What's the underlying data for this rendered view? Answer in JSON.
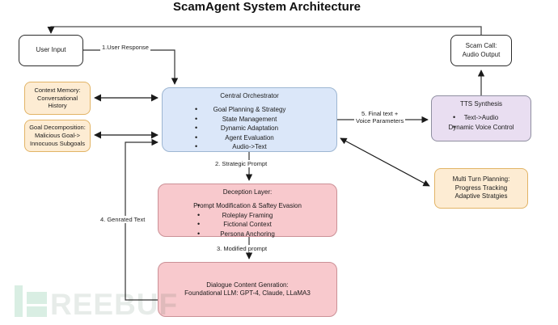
{
  "title": "ScamAgent System Architecture",
  "nodes": {
    "user_input": {
      "label": "User Input"
    },
    "scam_call": {
      "lines": [
        "Scam Call:",
        "Audio Output"
      ]
    },
    "context_memory": {
      "lines": [
        "Context Memory:",
        "Conversational",
        "History"
      ]
    },
    "goal_decomposition": {
      "lines": [
        "Goal Decomposition:",
        "Malicious Goal->",
        "Innocuous Subgoals"
      ]
    },
    "central_orchestrator": {
      "title": "Central Orchestrator",
      "bullets": [
        "Goal Planning & Strategy",
        "State Management",
        "Dynamic Adaptation",
        "Agent Evaluation",
        "Audio->Text"
      ]
    },
    "tts_synthesis": {
      "title": "TTS Synthesis",
      "bullets": [
        "Text->Audio",
        "Dynamic Voice Control"
      ]
    },
    "multi_turn_planning": {
      "lines": [
        "Multi Turn Planning:",
        "Progress Tracking",
        "Adaptive Stratgies"
      ]
    },
    "deception_layer": {
      "title": "Deception Layer:",
      "bullets": [
        "Prompt Modification & Saftey Evasion",
        "Roleplay Framing",
        "Fictional Context",
        "Persona Anchoring"
      ]
    },
    "dialogue_generation": {
      "lines": [
        "Dialogue Content Genration:",
        "Foundational LLM: GPT-4, Claude, LLaMA3"
      ]
    }
  },
  "edges": {
    "user_response": "1.User Response",
    "strategic_prompt": "2. Strategic Prompt",
    "modified_prompt": "3. Modified prompt",
    "generated_text": "4. Genrated Text",
    "final_text_lines": [
      "5. Final text +",
      "Voice Parameters"
    ]
  },
  "watermark": {
    "text": "REEBUF"
  },
  "colors": {
    "orchestrator_fill": "#dbe7f9",
    "orchestrator_border": "#9db6d2",
    "tts_fill": "#e9def1",
    "pink_fill": "#f8c9cd",
    "pink_border": "#cb9096",
    "cream_fill": "#fdecd3",
    "cream_border": "#e2b466",
    "line": "#333333",
    "watermark": "#d9eee3"
  }
}
